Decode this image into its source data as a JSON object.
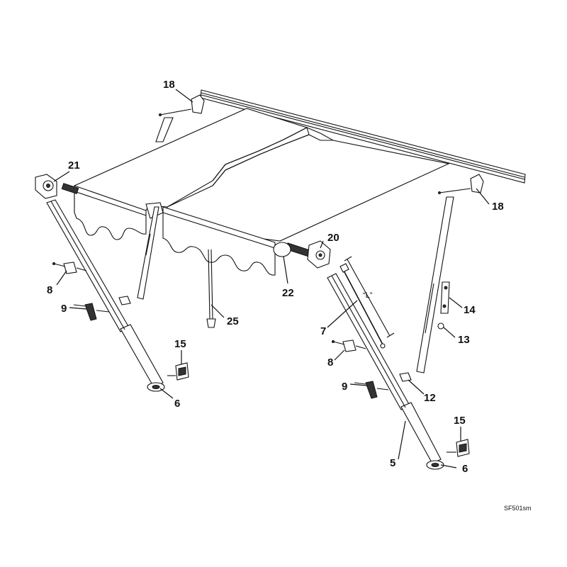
{
  "diagram": {
    "reference_code": "SF501sm",
    "dimension_label": "“L”",
    "callouts": [
      {
        "id": "c18a",
        "label": "18"
      },
      {
        "id": "c18b",
        "label": "18"
      },
      {
        "id": "c21",
        "label": "21"
      },
      {
        "id": "c20",
        "label": "20"
      },
      {
        "id": "c22",
        "label": "22"
      },
      {
        "id": "c25",
        "label": "25"
      },
      {
        "id": "c8a",
        "label": "8"
      },
      {
        "id": "c8b",
        "label": "8"
      },
      {
        "id": "c9a",
        "label": "9"
      },
      {
        "id": "c9b",
        "label": "9"
      },
      {
        "id": "c15a",
        "label": "15"
      },
      {
        "id": "c15b",
        "label": "15"
      },
      {
        "id": "c6a",
        "label": "6"
      },
      {
        "id": "c6b",
        "label": "6"
      },
      {
        "id": "c14",
        "label": "14"
      },
      {
        "id": "c13",
        "label": "13"
      },
      {
        "id": "c7",
        "label": "7"
      },
      {
        "id": "c12",
        "label": "12"
      },
      {
        "id": "c5",
        "label": "5"
      }
    ]
  }
}
